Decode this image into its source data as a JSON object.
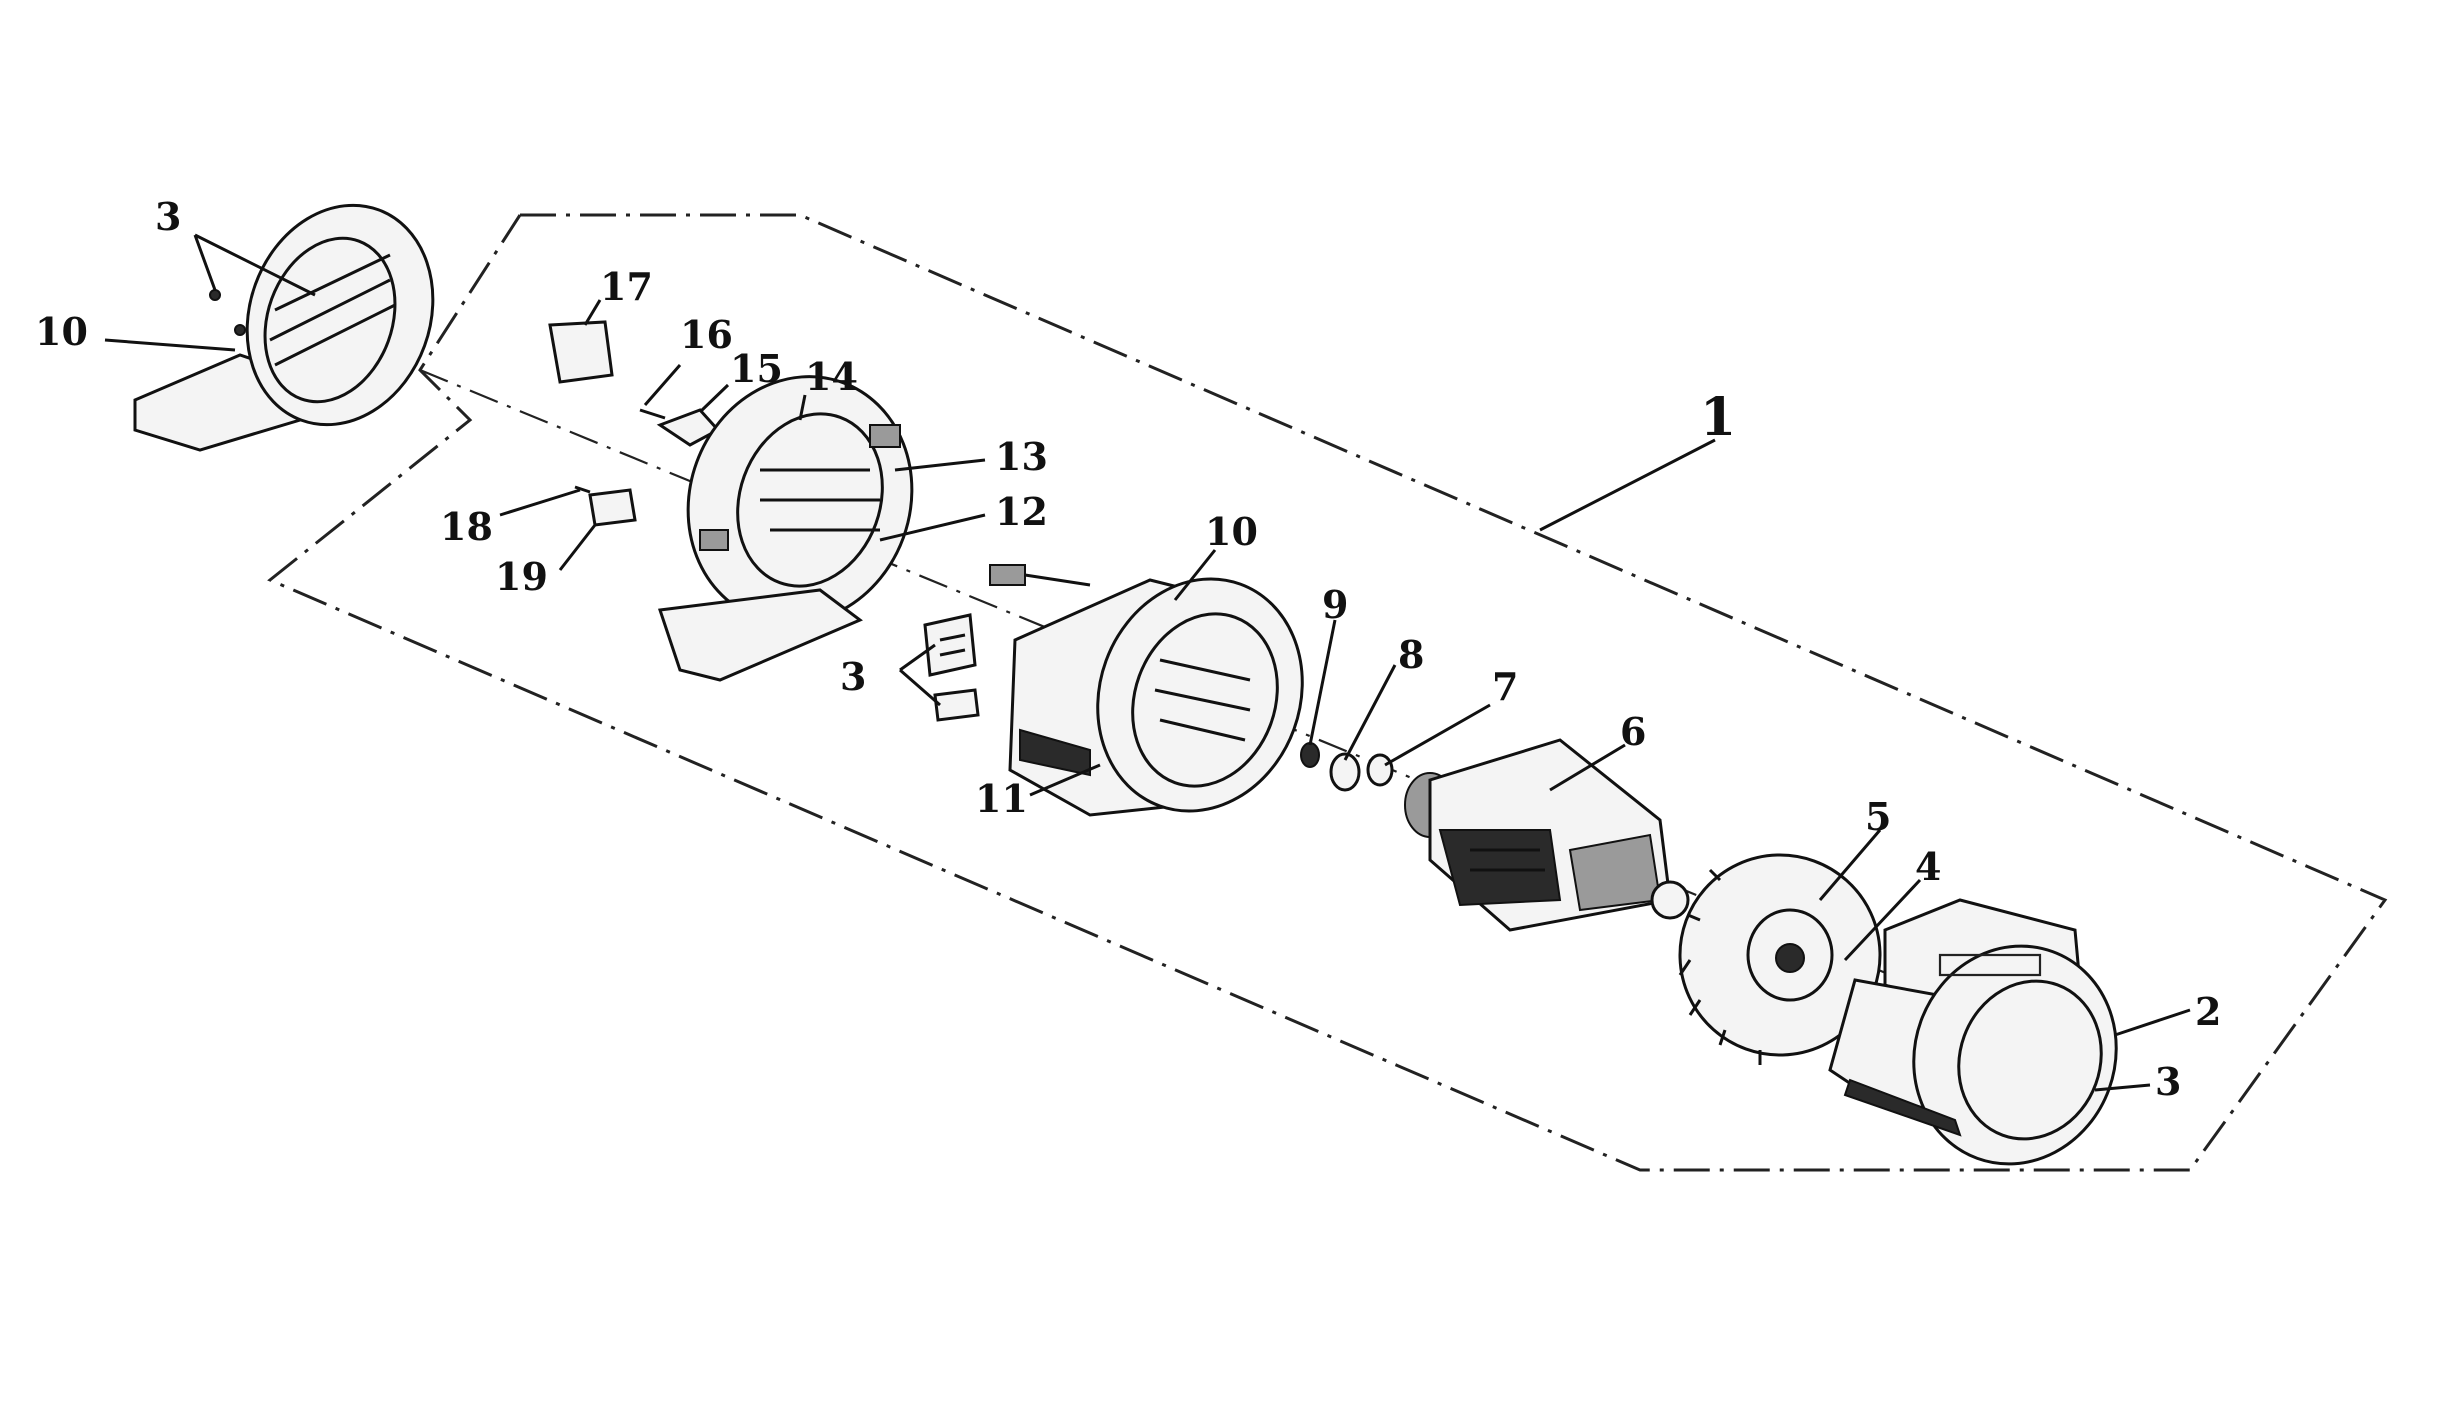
{
  "callouts": [
    {
      "id": "c1",
      "text": "1"
    },
    {
      "id": "c2",
      "text": "2"
    },
    {
      "id": "c3a",
      "text": "3"
    },
    {
      "id": "c3b",
      "text": "3"
    },
    {
      "id": "c3c",
      "text": "3"
    },
    {
      "id": "c4",
      "text": "4"
    },
    {
      "id": "c5",
      "text": "5"
    },
    {
      "id": "c6",
      "text": "6"
    },
    {
      "id": "c7",
      "text": "7"
    },
    {
      "id": "c8",
      "text": "8"
    },
    {
      "id": "c9",
      "text": "9"
    },
    {
      "id": "c10a",
      "text": "10"
    },
    {
      "id": "c10b",
      "text": "10"
    },
    {
      "id": "c11",
      "text": "11"
    },
    {
      "id": "c12",
      "text": "12"
    },
    {
      "id": "c13",
      "text": "13"
    },
    {
      "id": "c14",
      "text": "14"
    },
    {
      "id": "c15",
      "text": "15"
    },
    {
      "id": "c16",
      "text": "16"
    },
    {
      "id": "c17",
      "text": "17"
    },
    {
      "id": "c18",
      "text": "18"
    },
    {
      "id": "c19",
      "text": "19"
    }
  ]
}
